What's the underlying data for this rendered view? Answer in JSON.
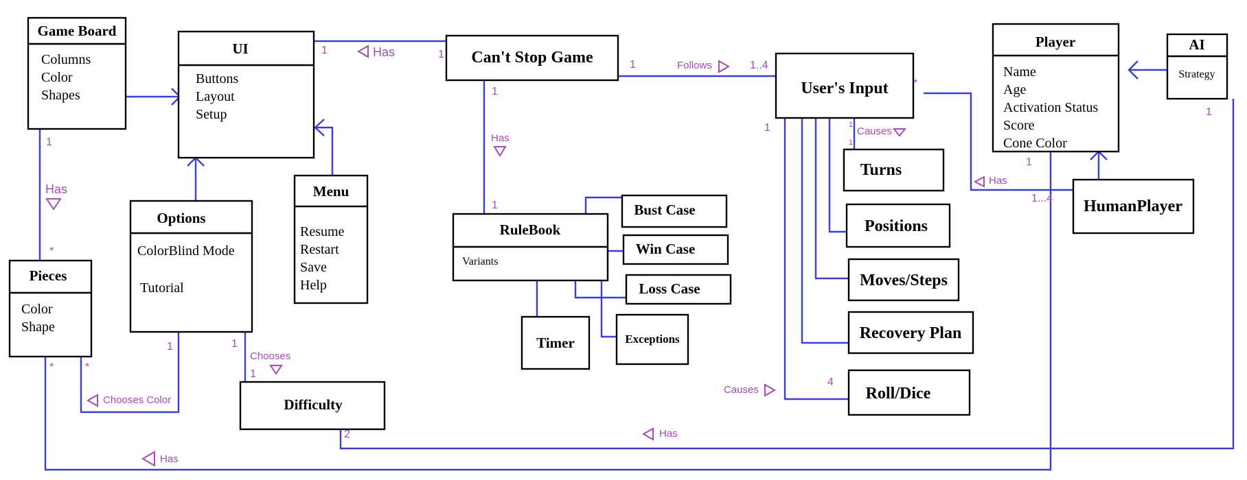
{
  "classes": {
    "game_board": {
      "name": "Game Board",
      "attributes": [
        "Columns",
        "Color",
        "Shapes"
      ]
    },
    "ui": {
      "name": "UI",
      "attributes": [
        "Buttons",
        "Layout",
        "Setup"
      ]
    },
    "cant_stop_game": {
      "name": "Can't Stop Game"
    },
    "users_input": {
      "name": "User's Input"
    },
    "player": {
      "name": "Player",
      "attributes": [
        "Name",
        "Age",
        "Activation Status",
        "Score",
        "Cone Color"
      ]
    },
    "ai": {
      "name": "AI",
      "attributes": [
        "Strategy"
      ]
    },
    "pieces": {
      "name": "Pieces",
      "attributes": [
        "Color",
        "Shape"
      ]
    },
    "options": {
      "name": "Options",
      "attributes": [
        "ColorBlind Mode",
        "Tutorial"
      ]
    },
    "menu": {
      "name": "Menu",
      "attributes": [
        "Resume",
        "Restart",
        "Save",
        "Help"
      ]
    },
    "rulebook": {
      "name": "RuleBook",
      "attributes": [
        "Variants"
      ]
    },
    "bust_case": {
      "name": "Bust Case"
    },
    "win_case": {
      "name": "Win Case"
    },
    "loss_case": {
      "name": "Loss Case"
    },
    "timer": {
      "name": "Timer"
    },
    "exceptions": {
      "name": "Exceptions"
    },
    "difficulty": {
      "name": "Difficulty"
    },
    "turns": {
      "name": "Turns"
    },
    "positions": {
      "name": "Positions"
    },
    "moves_steps": {
      "name": "Moves/Steps"
    },
    "recovery_plan": {
      "name": "Recovery Plan"
    },
    "roll_dice": {
      "name": "Roll/Dice"
    },
    "human_player": {
      "name": "HumanPlayer"
    }
  },
  "relations": {
    "ui_game_has": {
      "label": "Has",
      "mult_a": "1",
      "mult_b": "1"
    },
    "game_input_follows": {
      "label": "Follows",
      "mult_a": "1",
      "mult_b": "1..4"
    },
    "game_rulebook_has": {
      "label": "Has",
      "mult_a": "1",
      "mult_b": "1"
    },
    "board_pieces_has": {
      "label": "Has",
      "mult_a": "1",
      "mult_b": "*"
    },
    "options_pieces_color": {
      "label": "Chooses Color",
      "mult_a": "1",
      "mult_b": "*"
    },
    "options_difficulty": {
      "label": "Chooses",
      "mult_a": "1",
      "mult_b": "1"
    },
    "input_turns_causes": {
      "label": "Causes",
      "mult_a": "1",
      "mult_b": "1"
    },
    "input_roll_causes": {
      "label": "Causes",
      "mult_a": "1",
      "mult_b": "4"
    },
    "input_human_has": {
      "label": "Has",
      "mult_a": "*",
      "mult_b": "1...4"
    },
    "ai_difficulty_has": {
      "label": "Has",
      "mult_a": "1",
      "mult_b": "2"
    },
    "player_pieces_has": {
      "label": "Has",
      "mult_a": "1",
      "mult_b": "*"
    }
  },
  "colors": {
    "edge": "#3b3fcf",
    "label": "#a64ab8",
    "box": "#000000"
  }
}
